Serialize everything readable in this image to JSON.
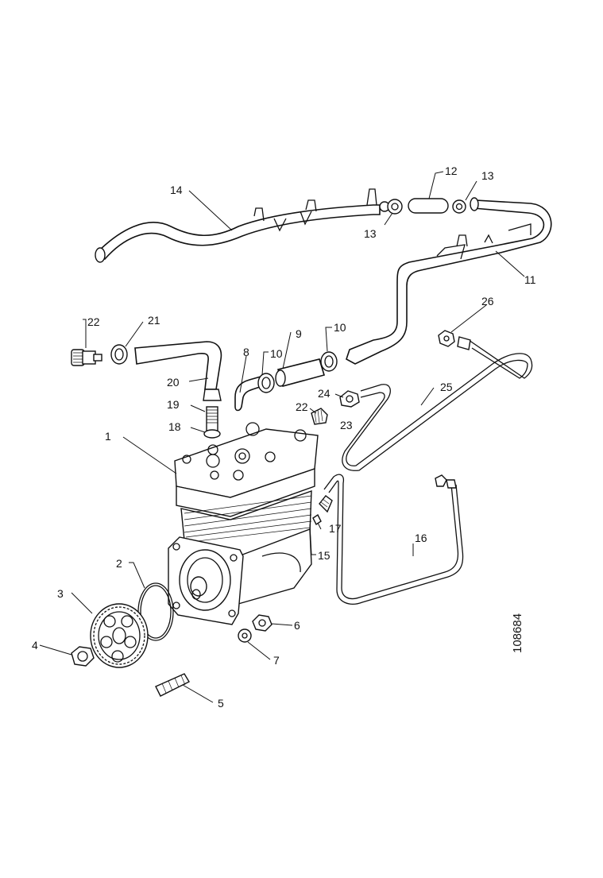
{
  "figure_id": "108684",
  "part_numbers": [
    "1",
    "2",
    "3",
    "4",
    "5",
    "6",
    "7",
    "8",
    "9",
    "10",
    "10",
    "11",
    "12",
    "13",
    "13",
    "14",
    "15",
    "16",
    "17",
    "18",
    "19",
    "20",
    "21",
    "22",
    "22",
    "23",
    "24",
    "25",
    "26"
  ]
}
